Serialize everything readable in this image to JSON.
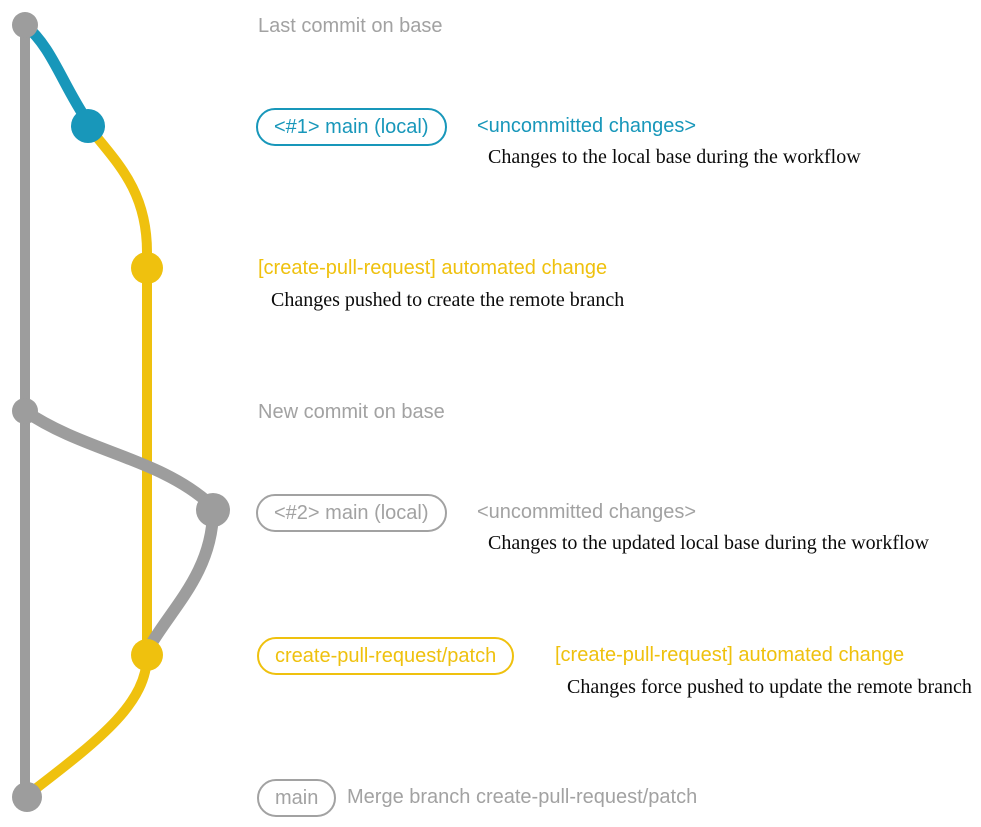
{
  "colors": {
    "blue": "#1897ba",
    "yellow": "#efc10e",
    "gray": "#9d9d9d",
    "gray_text": "#a2a2a2",
    "black": "#0b0b0b"
  },
  "graph": {
    "base_branch": "base (gray line)",
    "nodes": [
      {
        "id": "last-commit-on-base",
        "color": "gray"
      },
      {
        "id": "local-main-1",
        "color": "blue"
      },
      {
        "id": "patch-commit-1",
        "color": "yellow"
      },
      {
        "id": "new-commit-on-base",
        "color": "gray"
      },
      {
        "id": "local-main-2",
        "color": "gray"
      },
      {
        "id": "patch-commit-2",
        "color": "yellow"
      },
      {
        "id": "merge-commit",
        "color": "gray"
      }
    ]
  },
  "annotations": {
    "row1": {
      "label": "Last commit on base"
    },
    "row2": {
      "badge": "<#1> main (local)",
      "title": "<uncommitted changes>",
      "desc": "Changes to the local base during the workflow"
    },
    "row3": {
      "title": "[create-pull-request] automated change",
      "desc": "Changes pushed to create the remote branch"
    },
    "row4": {
      "label": "New commit on base"
    },
    "row5": {
      "badge": "<#2> main (local)",
      "title": "<uncommitted changes>",
      "desc": "Changes to the updated local base during the workflow"
    },
    "row6": {
      "badge": "create-pull-request/patch",
      "title": "[create-pull-request] automated change",
      "desc": "Changes force pushed to update the remote branch"
    },
    "row7": {
      "badge": "main",
      "label": "Merge branch create-pull-request/patch"
    }
  }
}
